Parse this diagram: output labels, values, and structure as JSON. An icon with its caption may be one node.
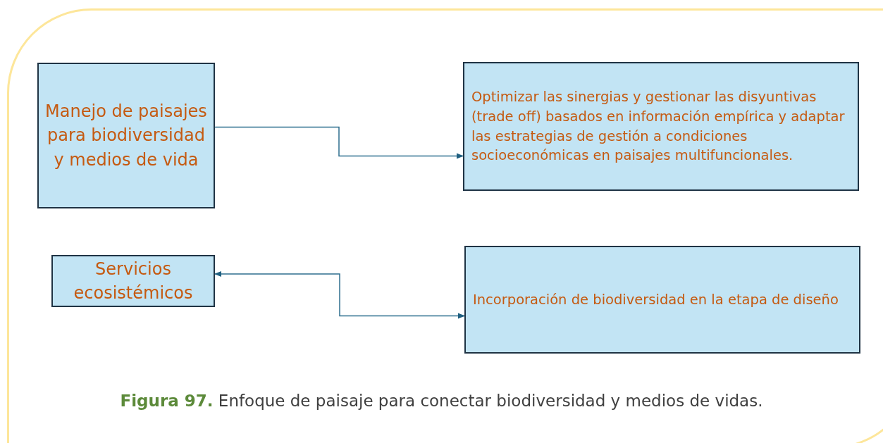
{
  "diagram": {
    "caption": "**Figura 97.** Enfoque de paisaje para conectar biodiversidad y medios de vidas.",
    "nodes": [
      {
        "text": [
          "Manejo de paisajes para biodiversidad y medios de vida"
        ]
      },
      {
        "text": [
          "Optimizar las sinergias y gestionar las disyuntivas (trade off) basados en información empírica y adaptar las estrategias de gestión a condiciones socioeconómicas en paisajes multifuncionales."
        ]
      },
      {
        "text": [
          "Servicios ecosistémicos"
        ]
      },
      {
        "text": [
          "Incorporación de biodiversidad en la etapa de diseño"
        ]
      }
    ],
    "edges": [
      {
        "from": 0,
        "to": 1,
        "arrow": "to"
      },
      {
        "from": 2,
        "to": 3,
        "arrow": "both"
      }
    ]
  }
}
